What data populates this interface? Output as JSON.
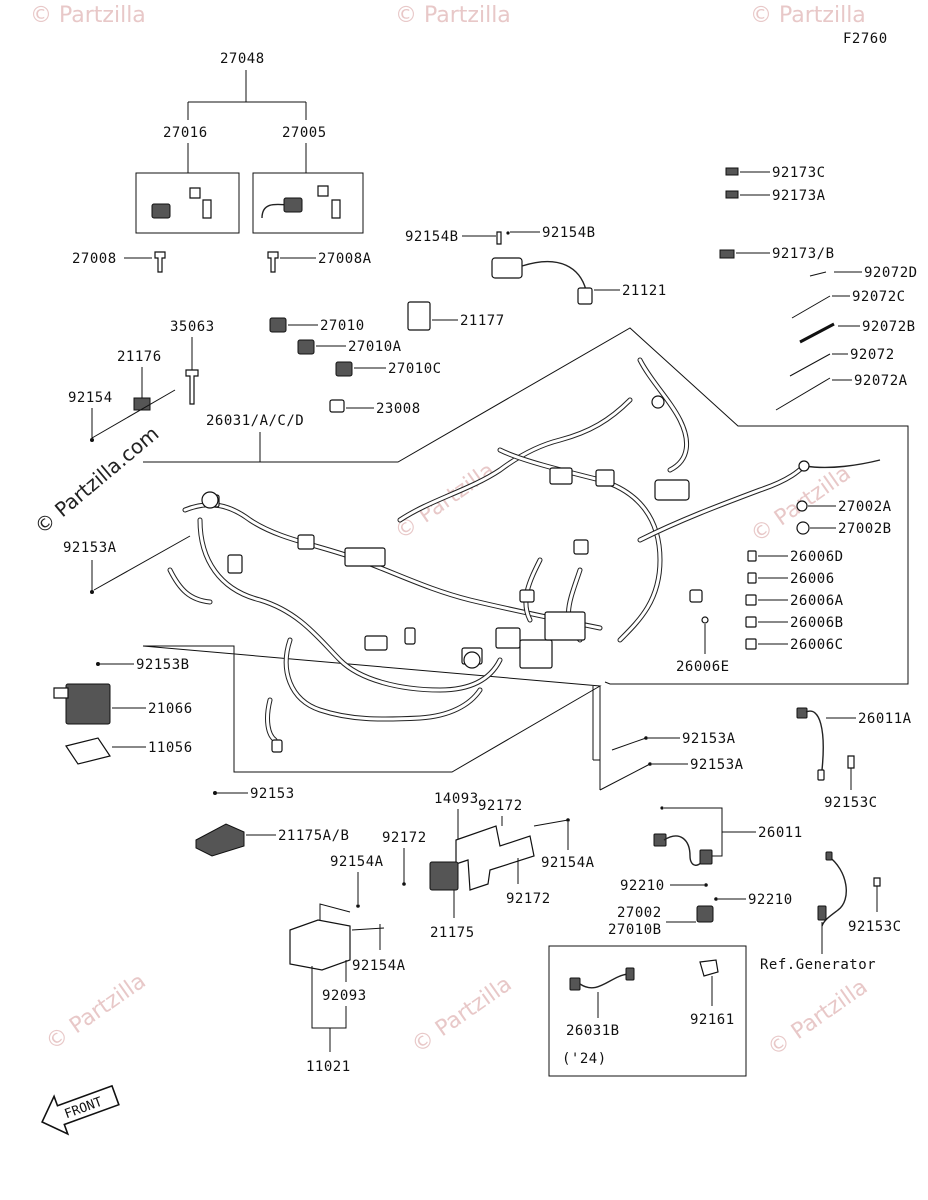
{
  "figure_id": "F2760",
  "watermark": "© Partzilla",
  "watermark_big": "© Partzilla.com",
  "parts": {
    "p27048": "27048",
    "p27016": "27016",
    "p27005": "27005",
    "p27008": "27008",
    "p27008A": "27008A",
    "p35063": "35063",
    "p21176": "21176",
    "p92154": "92154",
    "p26031": "26031/A/C/D",
    "p92153A_left": "92153A",
    "p27010": "27010",
    "p27010A": "27010A",
    "p27010C": "27010C",
    "p23008": "23008",
    "p21177": "21177",
    "p92154B_l": "92154B",
    "p92154B_r": "92154B",
    "p21121": "21121",
    "p92173C": "92173C",
    "p92173A": "92173A",
    "p92173B": "92173/B",
    "p92072D": "92072D",
    "p92072C": "92072C",
    "p92072B": "92072B",
    "p92072": "92072",
    "p92072A": "92072A",
    "p27002A": "27002A",
    "p27002B": "27002B",
    "p26006D": "26006D",
    "p26006": "26006",
    "p26006A": "26006A",
    "p26006B": "26006B",
    "p26006C": "26006C",
    "p26006E": "26006E",
    "p92153B": "92153B",
    "p21066": "21066",
    "p11056": "11056",
    "p92153A_1": "92153A",
    "p92153A_2": "92153A",
    "p26011A": "26011A",
    "p92153C_1": "92153C",
    "p92153": "92153",
    "p21175AB": "21175A/B",
    "p92172_top": "92172",
    "p14093": "14093",
    "p92172_l": "92172",
    "p92154A_r": "92154A",
    "p92172_b": "92172",
    "p21175": "21175",
    "p92154A_l": "92154A",
    "p92154A_b": "92154A",
    "p92093": "92093",
    "p11021": "11021",
    "p26011": "26011",
    "p92210_l": "92210",
    "p92210_r": "92210",
    "p27002": "27002",
    "p27010B": "27010B",
    "p92153C_2": "92153C",
    "ref_generator": "Ref.Generator",
    "p26031B": "26031B",
    "year_24": "('24)",
    "p92161": "92161",
    "front": "FRONT"
  }
}
